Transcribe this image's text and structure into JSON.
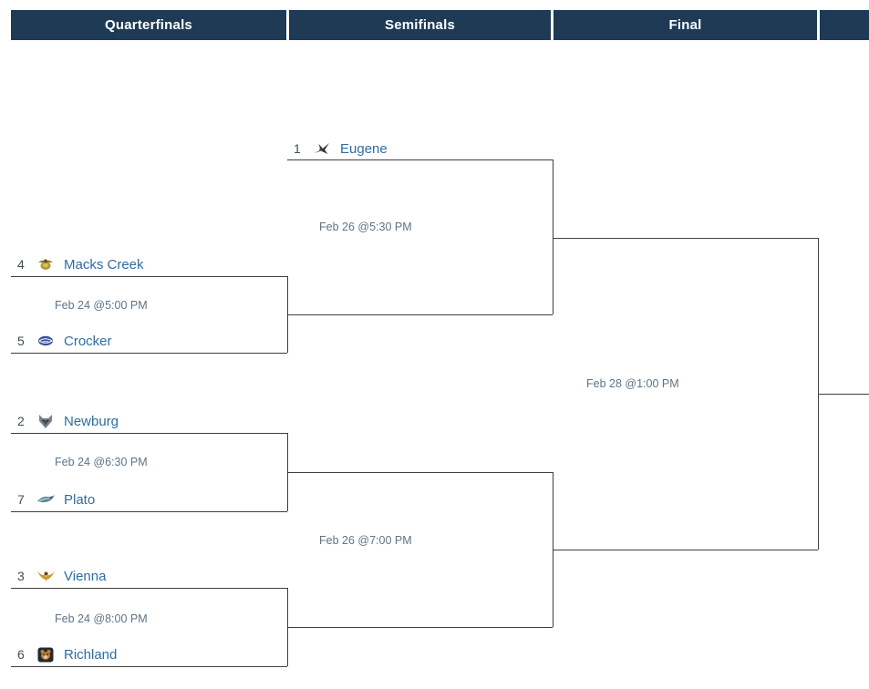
{
  "header": {
    "columns": [
      {
        "label": "Quarterfinals"
      },
      {
        "label": "Semifinals"
      },
      {
        "label": "Final"
      },
      {
        "label": ""
      }
    ]
  },
  "teams": [
    {
      "seed": "1",
      "name": "Eugene",
      "logo_icon": "eugene-logo",
      "logo_color": "#2b2b33"
    },
    {
      "seed": "4",
      "name": "Macks Creek",
      "logo_icon": "macks-creek-logo",
      "logo_color": "#b29a3a"
    },
    {
      "seed": "5",
      "name": "Crocker",
      "logo_icon": "crocker-logo",
      "logo_color": "#34509e"
    },
    {
      "seed": "2",
      "name": "Newburg",
      "logo_icon": "newburg-logo",
      "logo_color": "#79828a"
    },
    {
      "seed": "7",
      "name": "Plato",
      "logo_icon": "plato-logo",
      "logo_color": "#5d8896"
    },
    {
      "seed": "3",
      "name": "Vienna",
      "logo_icon": "vienna-logo",
      "logo_color": "#c9992c"
    },
    {
      "seed": "6",
      "name": "Richland",
      "logo_icon": "richland-logo",
      "logo_color": "#c87b2e"
    }
  ],
  "games": [
    {
      "round": "Quarterfinals",
      "label": "Feb 24 @5:00 PM"
    },
    {
      "round": "Quarterfinals",
      "label": "Feb 24 @6:30 PM"
    },
    {
      "round": "Quarterfinals",
      "label": "Feb 24 @8:00 PM"
    },
    {
      "round": "Semifinals",
      "label": "Feb 26 @5:30 PM"
    },
    {
      "round": "Semifinals",
      "label": "Feb 26 @7:00 PM"
    },
    {
      "round": "Final",
      "label": "Feb 28 @1:00 PM"
    }
  ],
  "colors": {
    "header_bg": "#1e3a55",
    "header_text": "#ffffff",
    "line": "#3f3f3f",
    "team_name": "#2f6da0",
    "seed": "#3d4f5c",
    "game_label": "#5f7487"
  }
}
